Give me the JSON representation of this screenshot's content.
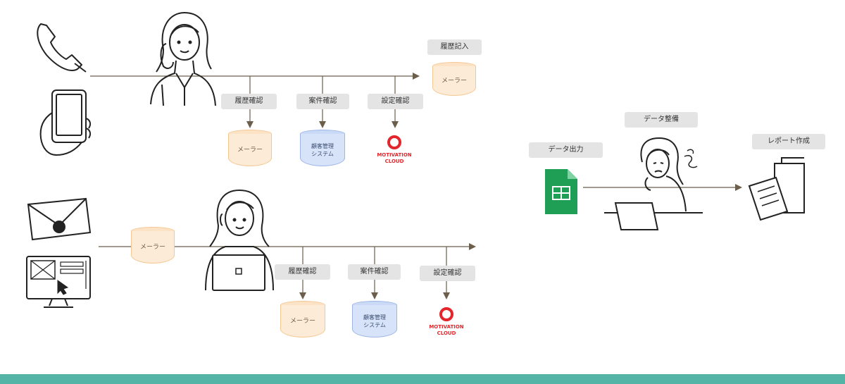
{
  "tags": {
    "history_entry": "履歴記入",
    "history_check": "履歴確認",
    "case_check": "案件確認",
    "settings_check": "設定確認",
    "data_output": "データ出力",
    "data_prep": "データ整備",
    "report_create": "レポート作成"
  },
  "databases": {
    "mailer": "メーラー",
    "crm": "顧客管理\nシステム"
  },
  "logo": {
    "motivation_cloud": "MOTIVATION\nCLOUD"
  },
  "colors": {
    "arrow": "#6b5e4a",
    "tag_bg": "#e4e4e4",
    "mailer_db": "#fcebd6",
    "crm_db": "#d6e3f9",
    "logo_red": "#e3262b",
    "sheets_green": "#1e9f55",
    "footer": "#54b5a7"
  },
  "icons": [
    "phone-icon",
    "smartphone-icon",
    "envelope-icon",
    "web-form-monitor-icon",
    "sheets-icon",
    "documents-icon",
    "worker-phone-illustration",
    "worker-laptop-illustration",
    "worker-thinking-illustration"
  ]
}
